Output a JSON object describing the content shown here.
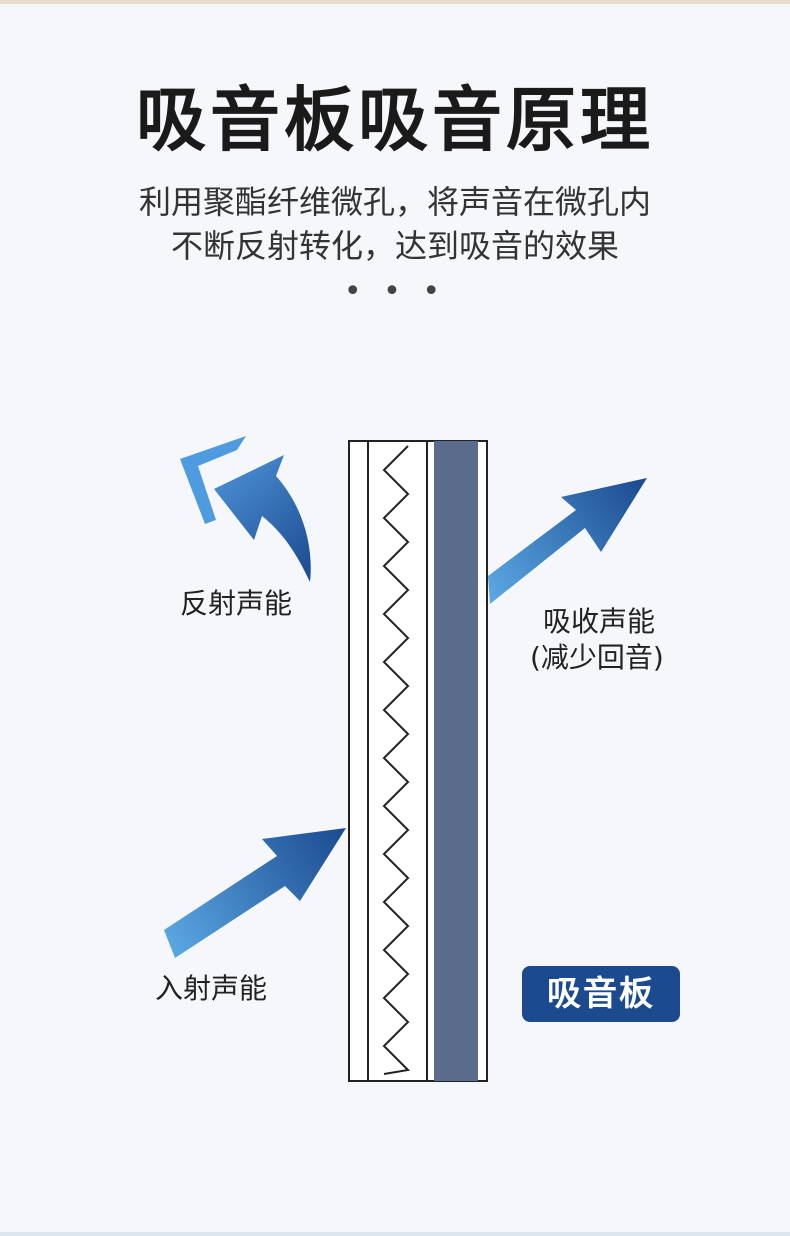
{
  "header": {
    "title": "吸音板吸音原理",
    "subtitle_line1": "利用聚酯纤维微孔，将声音在微孔内",
    "subtitle_line2": "不断反射转化，达到吸音的效果",
    "ellipsis": "• • •"
  },
  "diagram": {
    "labels": {
      "reflected": "反射声能",
      "absorbed": "吸收声能",
      "absorbed_note": "(减少回音)",
      "incident": "入射声能"
    },
    "badge": "吸音板",
    "colors": {
      "arrow_dark": "#1b4a8f",
      "arrow_light": "#5ba8e3",
      "panel_core": "#5a6b8c",
      "outline": "#222222",
      "badge_bg": "#1b4a8f"
    },
    "icons": [
      "reflect-arrow-icon",
      "absorb-arrow-icon",
      "incident-arrow-icon"
    ]
  }
}
